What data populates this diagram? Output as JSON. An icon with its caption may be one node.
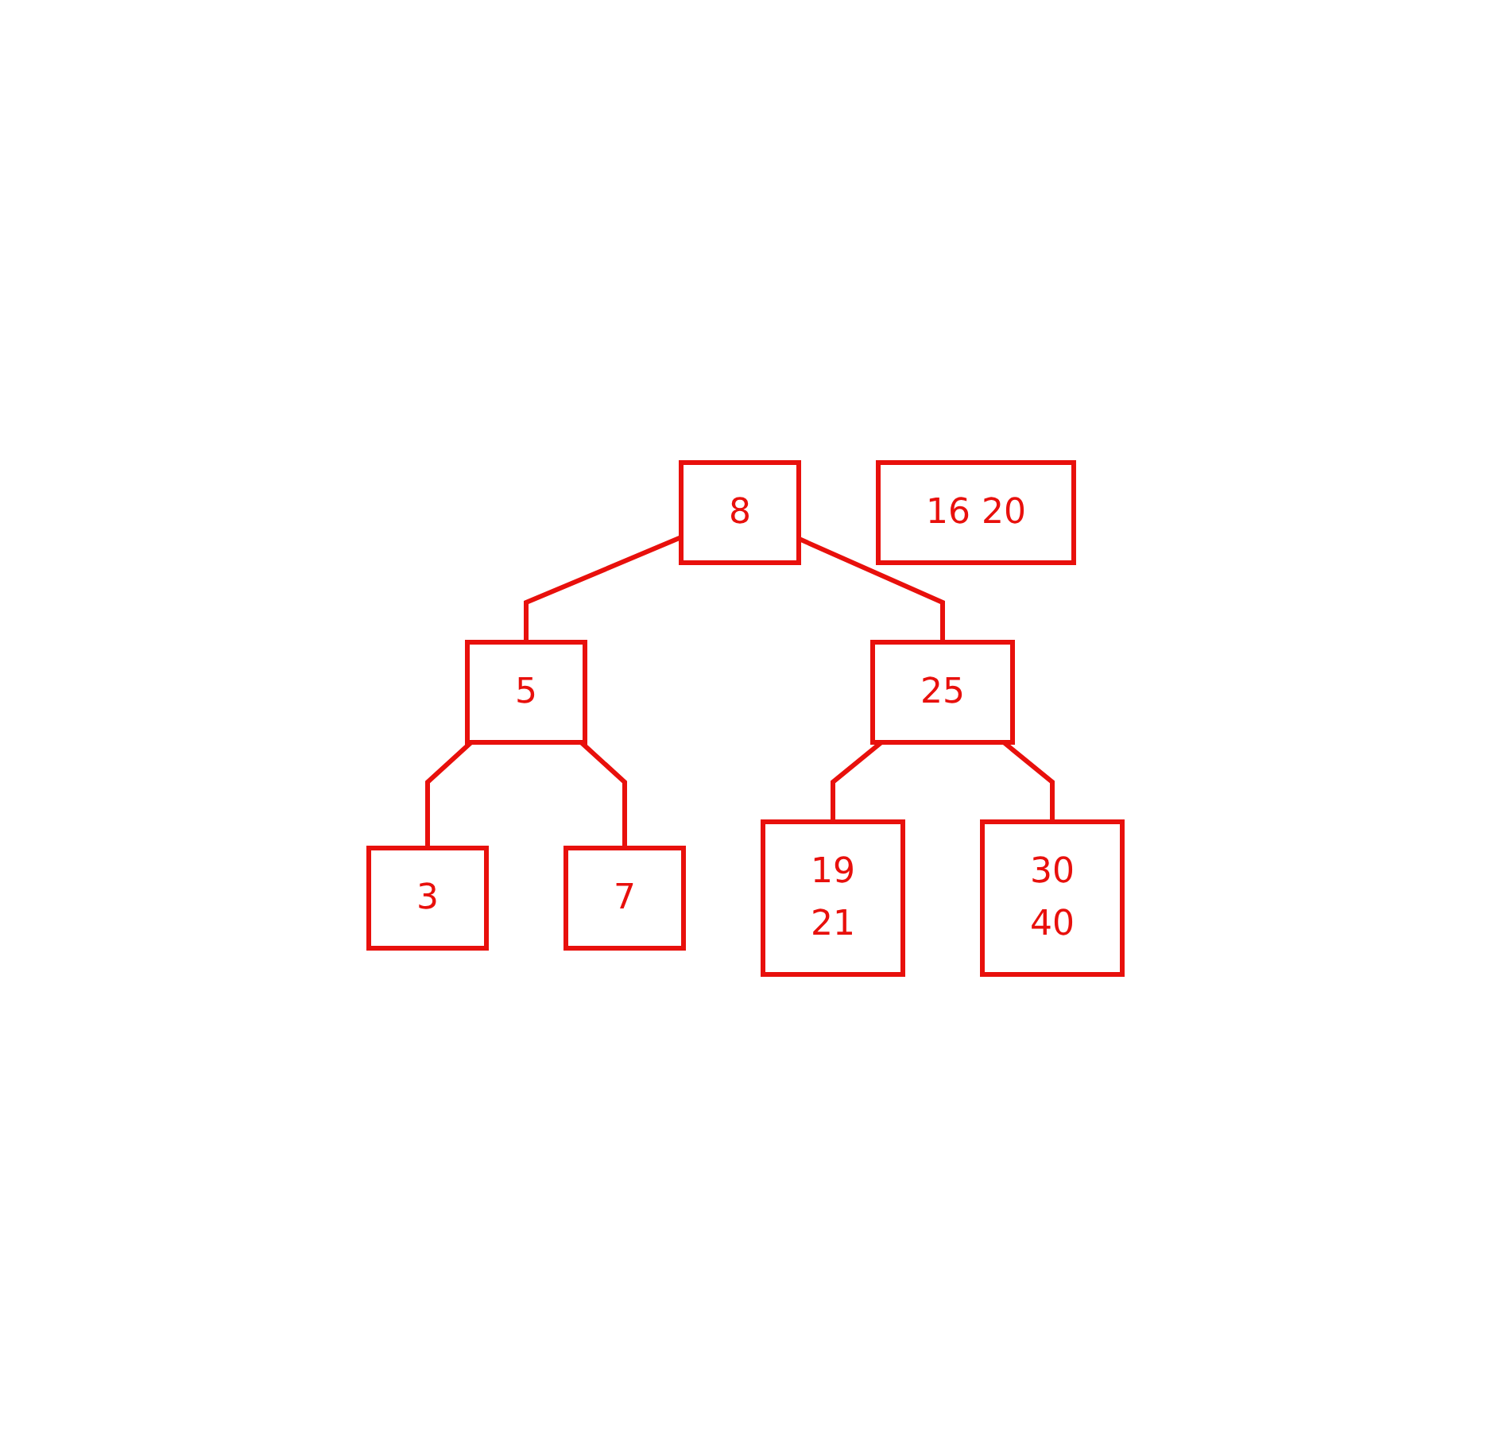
{
  "diagram": {
    "nodes": [
      {
        "text": [
          "8"
        ]
      },
      {
        "text": [
          "5"
        ]
      },
      {
        "text": [
          "25"
        ]
      },
      {
        "text": [
          "3"
        ]
      },
      {
        "text": [
          "7"
        ]
      },
      {
        "text": [
          "19",
          "21"
        ]
      },
      {
        "text": [
          "30",
          "40"
        ]
      },
      {
        "text": [
          "16 20"
        ]
      }
    ],
    "edges": [
      {
        "from": 0,
        "to": 1,
        "arrow": "none"
      },
      {
        "from": 0,
        "to": 2,
        "arrow": "none"
      },
      {
        "from": 1,
        "to": 3,
        "arrow": "none"
      },
      {
        "from": 1,
        "to": 4,
        "arrow": "none"
      },
      {
        "from": 2,
        "to": 5,
        "arrow": "none"
      },
      {
        "from": 2,
        "to": 6,
        "arrow": "none"
      }
    ]
  }
}
